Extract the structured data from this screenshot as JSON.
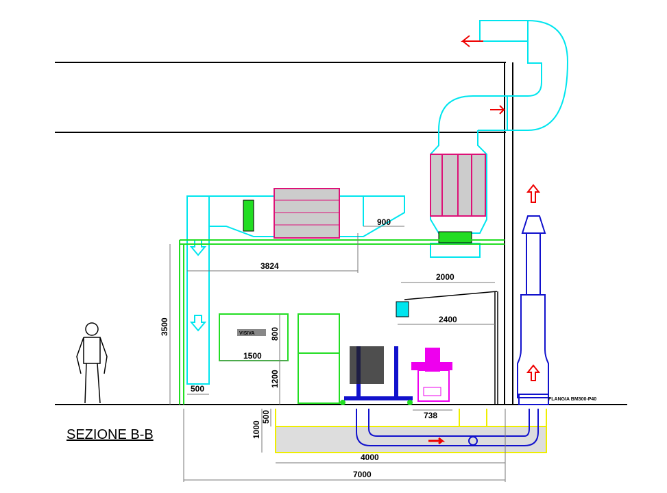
{
  "title": "SEZIONE B-B",
  "labels": {
    "machine_box": "VISIVA",
    "flange": "FLANGIA BM300-P40"
  },
  "dimensions": {
    "duct_length": "3824",
    "duct_outlet": "900",
    "crane_arm": "2000",
    "crane_reach": "2400",
    "height_duct": "3500",
    "box_height": "800",
    "box_width": "1500",
    "box_elevation": "1200",
    "duct_width": "500",
    "pit_depth_upper": "500",
    "pit_depth": "1000",
    "pit_length": "4000",
    "total_length": "7000",
    "machine_width": "738"
  },
  "colors": {
    "duct": "#00e5ee",
    "frame": "#22dd22",
    "filter": "#dd1177",
    "chimney": "#1111cc",
    "machine": "#ee00ee",
    "arrow": "#ee0000",
    "pit": "#eeee00"
  }
}
